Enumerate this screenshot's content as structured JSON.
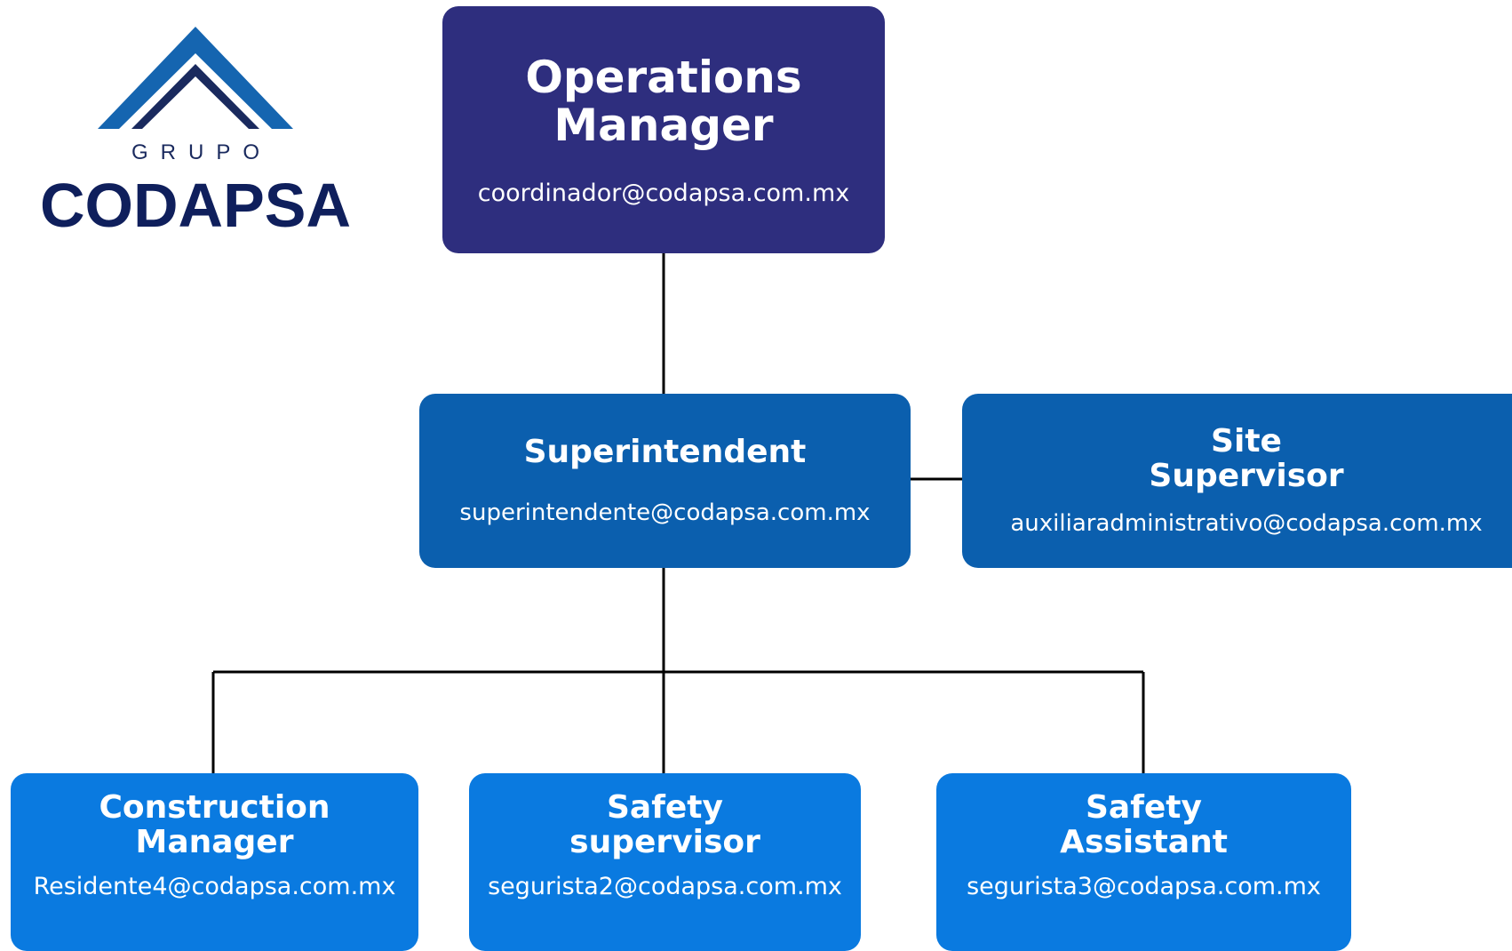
{
  "logo": {
    "name": "brand-logo",
    "lettering": [
      "GRUPO",
      "CODAPSA"
    ],
    "colors": {
      "roof_outer": "#1565b0",
      "roof_inner": "#1a2a5e",
      "text": "#0f1f5c"
    }
  },
  "colors": {
    "top_box": "#2e2e7e",
    "mid_box": "#0b5fae",
    "low_box": "#0a7ae0",
    "connector": "#000000",
    "text": "#ffffff"
  },
  "org": {
    "operations_manager": {
      "title": "Operations\nManager",
      "email": "coordinador@codapsa.com.mx"
    },
    "superintendent": {
      "title": "Superintendent",
      "email": "superintendente@codapsa.com.mx"
    },
    "site_supervisor": {
      "title": "Site\nSupervisor",
      "email": "auxiliaradministrativo@codapsa.com.mx"
    },
    "construction_manager": {
      "title": "Construction\nManager",
      "email": "Residente4@codapsa.com.mx"
    },
    "safety_supervisor": {
      "title": "Safety\nsupervisor",
      "email": "segurista2@codapsa.com.mx"
    },
    "safety_assistant": {
      "title": "Safety\nAssistant",
      "email": "segurista3@codapsa.com.mx"
    }
  }
}
